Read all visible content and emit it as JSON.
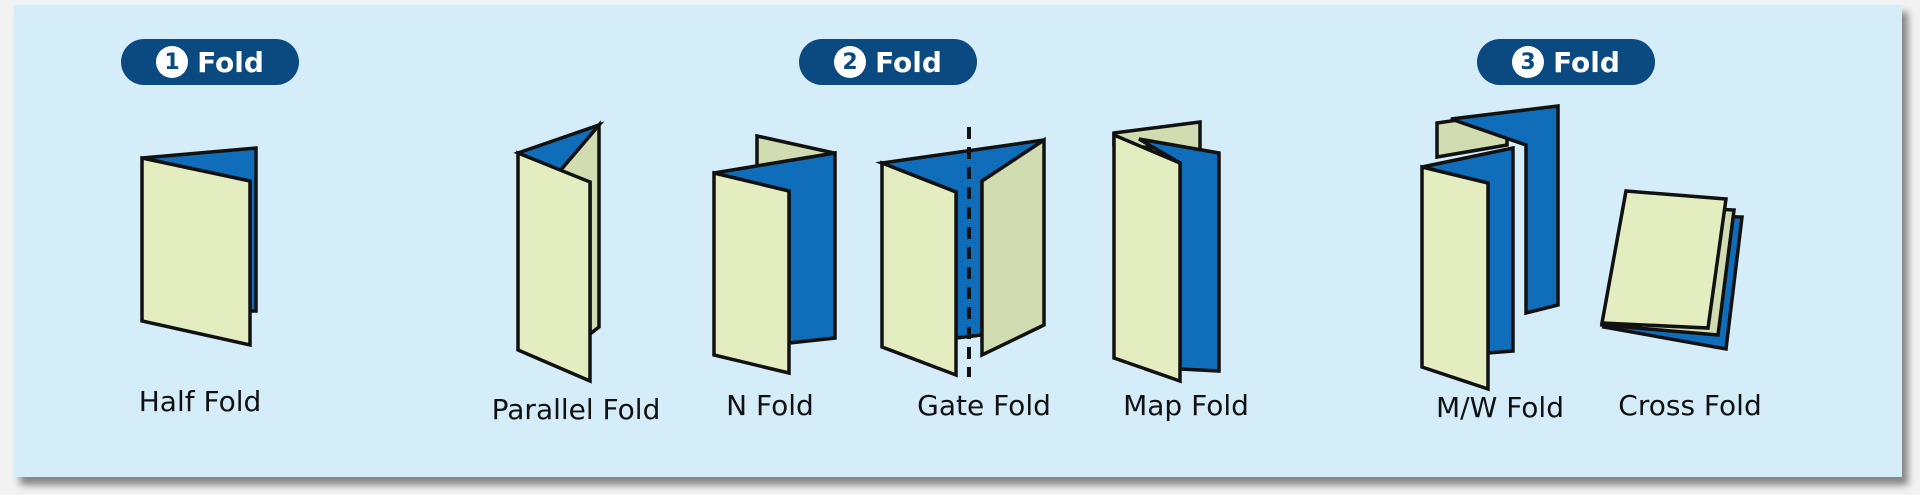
{
  "groups": [
    {
      "number": "1",
      "label": "Fold"
    },
    {
      "number": "2",
      "label": "Fold"
    },
    {
      "number": "3",
      "label": "Fold"
    }
  ],
  "folds": {
    "half": "Half Fold",
    "parallel": "Parallel Fold",
    "n": "N Fold",
    "gate": "Gate Fold",
    "map": "Map Fold",
    "mw": "M/W Fold",
    "cross": "Cross Fold"
  },
  "colors": {
    "background": "#d4edf9",
    "badge": "#0b4a80",
    "paper": "#e3edc0",
    "paper_shade": "#d1dcb0",
    "fold_blue": "#0f6db9"
  }
}
